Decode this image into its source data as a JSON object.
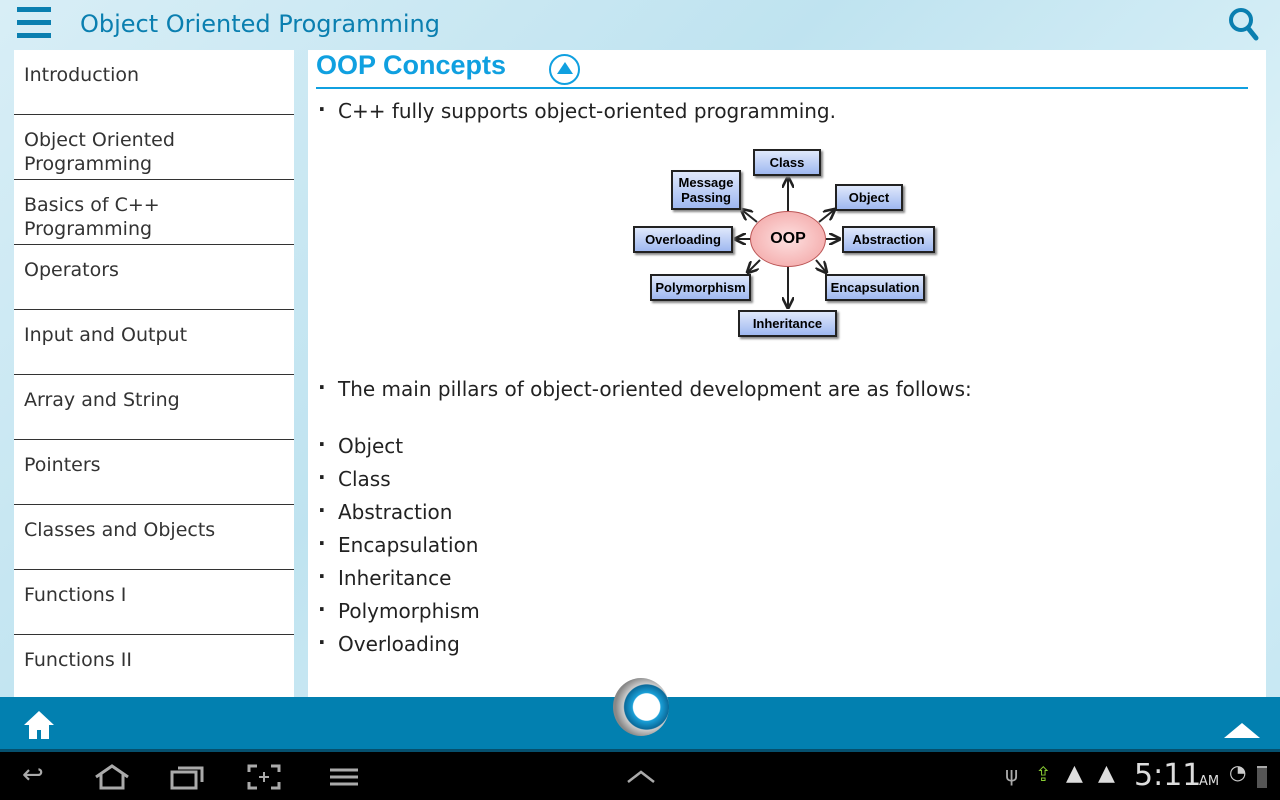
{
  "header": {
    "title": "Object Oriented Programming"
  },
  "sidebar": {
    "items": [
      "Introduction",
      "Object Oriented Programming",
      "Basics of C++ Programming",
      "Operators",
      "Input and Output",
      "Array and String",
      "Pointers",
      "Classes and Objects",
      "Functions I",
      "Functions II"
    ]
  },
  "content": {
    "heading": "OOP Concepts",
    "intro": "C++ fully supports object-oriented programming.",
    "pillars_intro": "The main pillars of object-oriented development are as follows:",
    "pillars": [
      "Object",
      "Class",
      "Abstraction",
      "Encapsulation",
      "Inheritance",
      "Polymorphism",
      "Overloading"
    ],
    "diagram": {
      "center": "OOP",
      "class": "Class",
      "message": "Message Passing",
      "object": "Object",
      "overloading": "Overloading",
      "abstraction": "Abstraction",
      "polymorphism": "Polymorphism",
      "encapsulation": "Encapsulation",
      "inheritance": "Inheritance"
    }
  },
  "status": {
    "time": "5:11",
    "ampm": "AM"
  }
}
